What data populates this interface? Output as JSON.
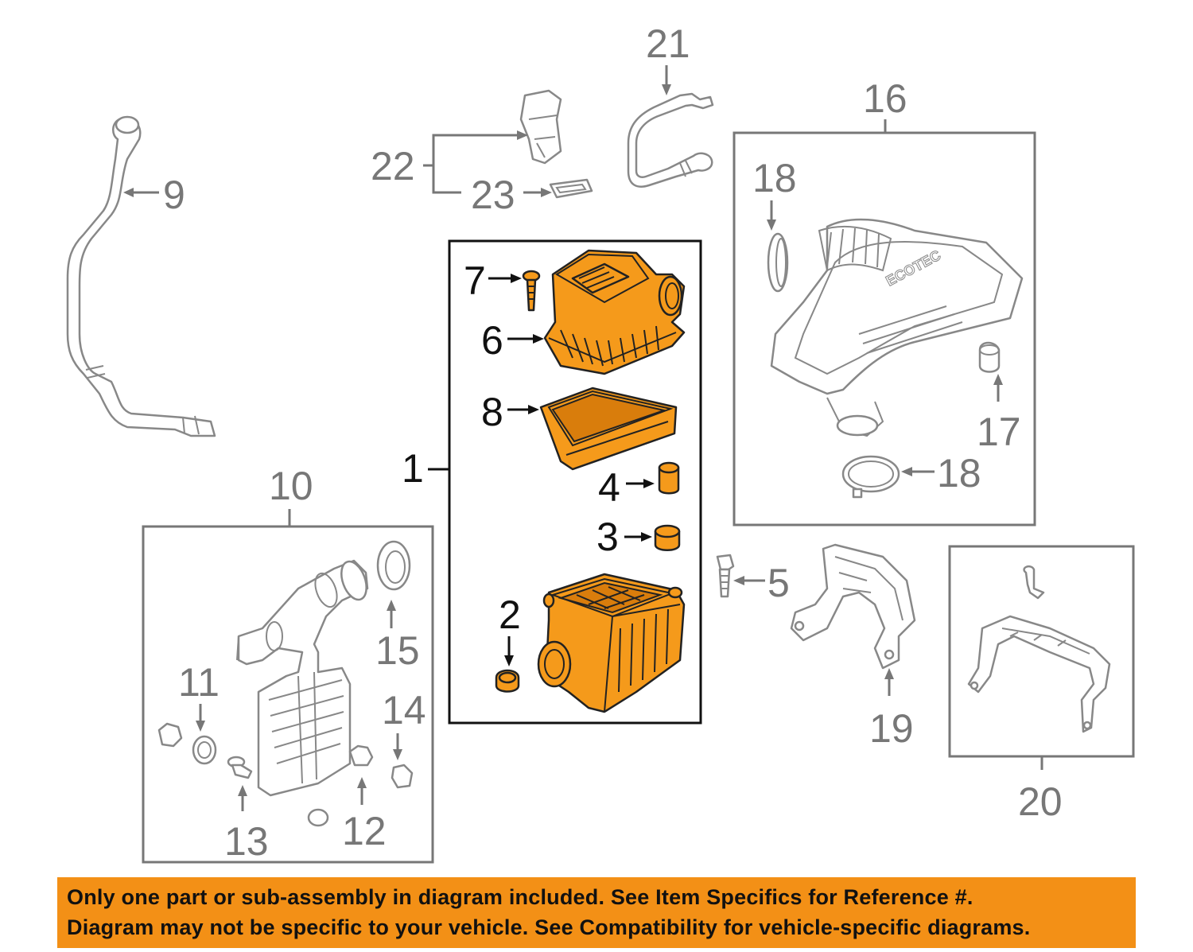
{
  "labels": {
    "l1": "1",
    "l2": "2",
    "l3": "3",
    "l4": "4",
    "l5": "5",
    "l6": "6",
    "l7": "7",
    "l8": "8",
    "l9": "9",
    "l10": "10",
    "l11": "11",
    "l12": "12",
    "l13": "13",
    "l14": "14",
    "l15": "15",
    "l16": "16",
    "l17": "17",
    "l18a": "18",
    "l18b": "18",
    "l19": "19",
    "l20": "20",
    "l21": "21",
    "l22": "22",
    "l23": "23"
  },
  "engine_cover_text": "ECOTEC",
  "banner": {
    "line1": "Only one part or sub-assembly in diagram included. See Item Specifics for Reference #.",
    "line2": "Diagram may not be specific to your vehicle. See Compatibility for vehicle-specific diagrams."
  },
  "colors": {
    "highlight": "#f59a1b",
    "banner": "#f39016",
    "line_gray": "#777777",
    "line_black": "#111111"
  }
}
